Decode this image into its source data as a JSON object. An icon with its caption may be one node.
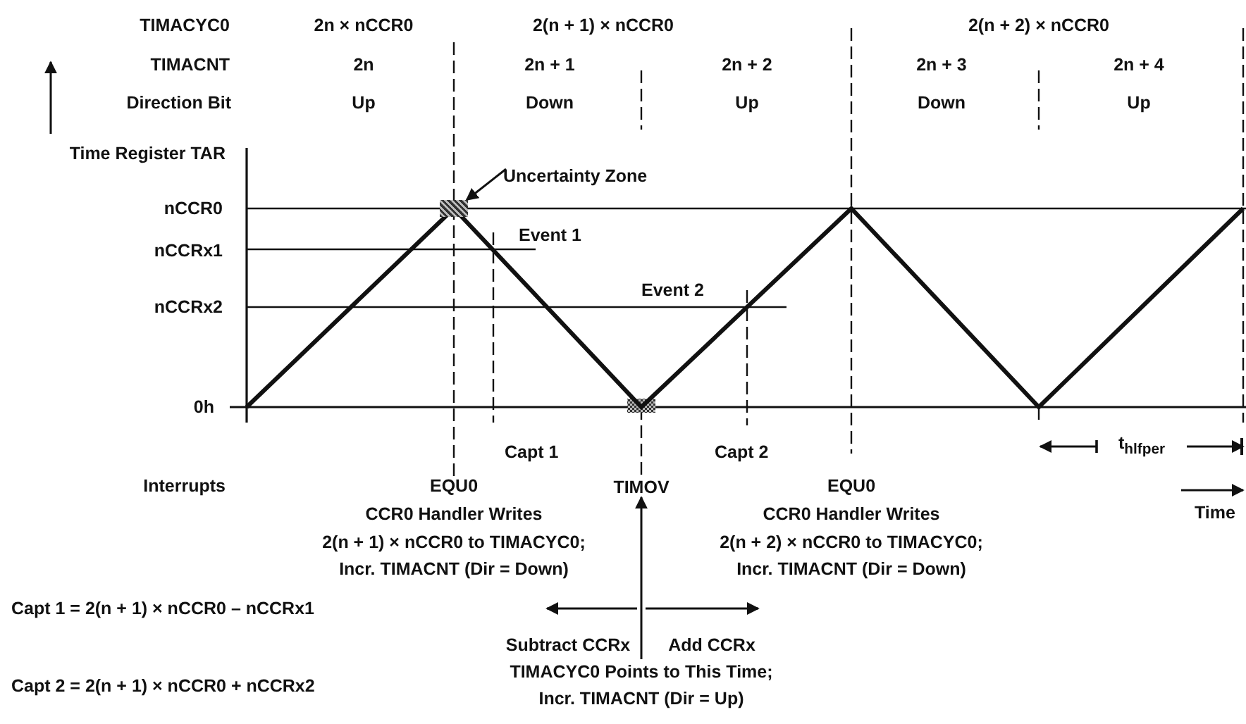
{
  "diagram": {
    "nodes": [
      {
        "text": [
          "Uncertainty Zone"
        ]
      },
      {
        "text": [],
        "shape": "box"
      },
      {
        "text": [
          "TIMACYC0 Points to This Time; Incr. TIMACNT (Dir = Up)"
        ]
      },
      {
        "text": [
          "TIMOV"
        ]
      }
    ],
    "edges": [
      {
        "from": 0,
        "to": 1,
        "arrow": "to"
      },
      {
        "from": 2,
        "to": 3,
        "arrow": "to"
      }
    ],
    "labels": [
      "TIMACYC0",
      "2n × nCCR0",
      "2(n + 1) × nCCR0",
      "2(n + 2) × nCCR0",
      "TIMACNT",
      "2n",
      "2n + 1",
      "2n + 2",
      "2n + 3",
      "2n + 4",
      "Direction Bit",
      "Up",
      "Down",
      "Up",
      "Down",
      "Up",
      "Time Register TAR",
      "nCCR0",
      "Event 1",
      "nCCRx1",
      "nCCRx2",
      "Event 2",
      "0h",
      "Capt 1",
      "Capt 2",
      "t$_{hlfper}$",
      "Interrupts",
      "EQU0",
      "EQU0",
      "CCR0 Handler Writes",
      "CCR0 Handler Writes",
      "Time",
      "2(n + 1) × nCCR0 to TIMACYC0;",
      "2(n + 2) × nCCR0 to TIMACYC0;",
      "Incr. TIMACNT (Dir = Down)",
      "Incr. TIMACNT (Dir = Down)",
      "Capt 1 = 2(n + 1) × nCCR0 – nCCRx1",
      "Subtract CCRx",
      "Add CCRx",
      "Capt 2 = 2(n + 1) × nCCR0 + nCCRx2"
    ]
  }
}
